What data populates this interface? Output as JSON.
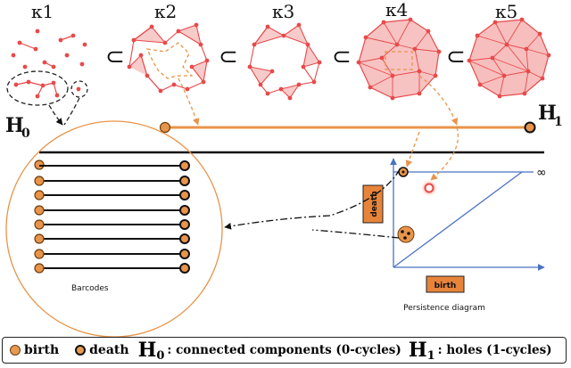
{
  "complex_labels": [
    "κ1",
    "κ2",
    "κ3",
    "κ4",
    "κ5"
  ],
  "subset_symbol": "⊂",
  "h0_label": "H",
  "h0_sub": "0",
  "h1_label": "H",
  "h1_sub": "1",
  "barcodes_label": "Barcodes",
  "diagram": {
    "title": "Persistence diagram",
    "x_label": "birth",
    "y_label": "death",
    "infinity": "∞"
  },
  "legend": {
    "birth": "birth",
    "death": "death",
    "h0_text": "H",
    "h0_sub": "0",
    "h0_desc": ": connected components (0-cycles)",
    "h1_text": "H",
    "h1_sub": "1",
    "h1_desc": ": holes (1-cycles)"
  },
  "colors": {
    "vertex": "#e84a4a",
    "simplex_fill": "#f4a8a8",
    "bar_orange": "#e8944a",
    "label_box": "#e8843a",
    "axis": "#4a72c4"
  }
}
